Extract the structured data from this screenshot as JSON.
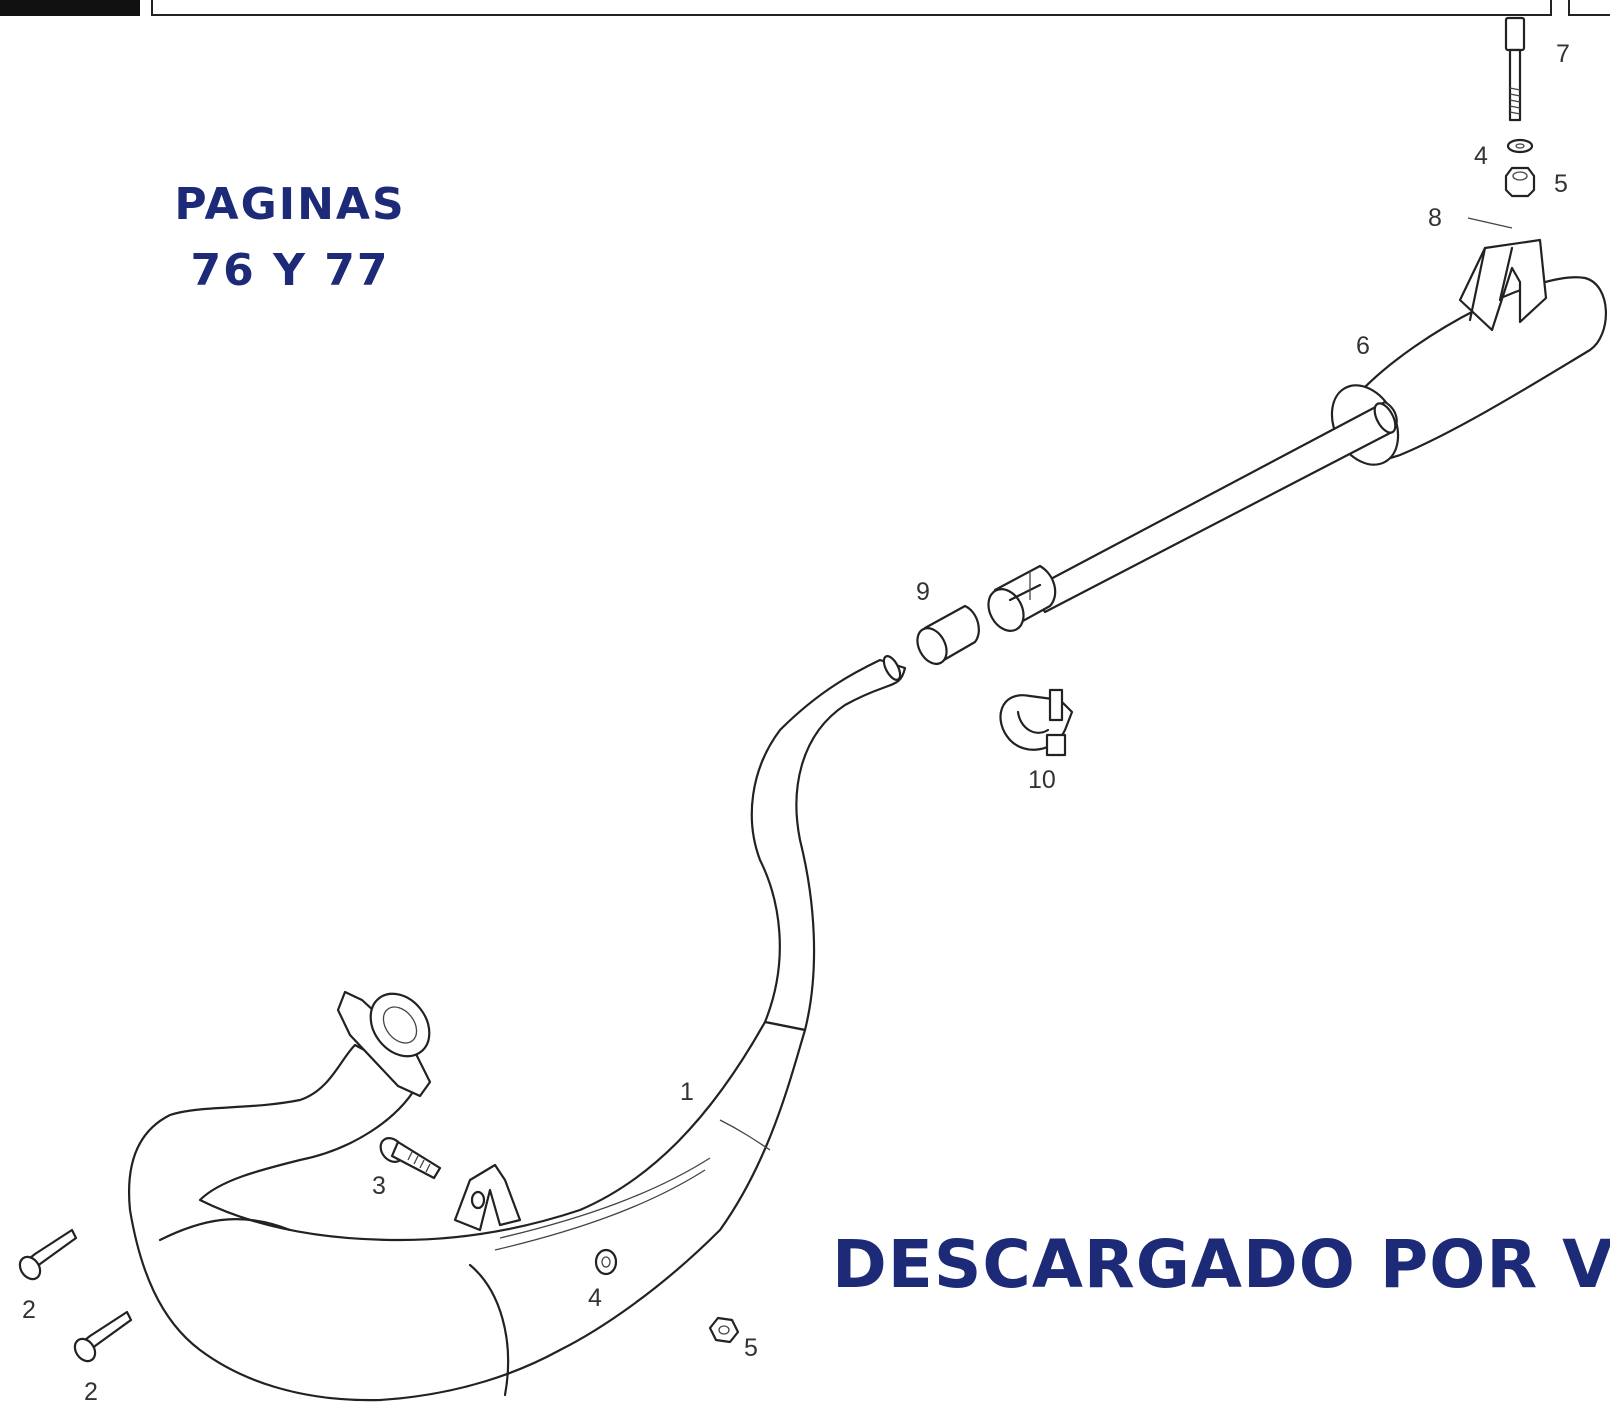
{
  "notes": {
    "pages_line1": "PAGINAS",
    "pages_line2": "76 Y 77",
    "download": "DESCARGADO POR Va"
  },
  "callouts": [
    {
      "id": "c1",
      "label": "1"
    },
    {
      "id": "c2a",
      "label": "2"
    },
    {
      "id": "c2b",
      "label": "2"
    },
    {
      "id": "c3",
      "label": "3"
    },
    {
      "id": "c4a",
      "label": "4"
    },
    {
      "id": "c4b",
      "label": "4"
    },
    {
      "id": "c5a",
      "label": "5"
    },
    {
      "id": "c5b",
      "label": "5"
    },
    {
      "id": "c6",
      "label": "6"
    },
    {
      "id": "c7",
      "label": "7"
    },
    {
      "id": "c8",
      "label": "8"
    },
    {
      "id": "c9",
      "label": "9"
    },
    {
      "id": "c10",
      "label": "10"
    }
  ],
  "colors": {
    "note_text": "#1c2a78",
    "line_art": "#222222"
  }
}
